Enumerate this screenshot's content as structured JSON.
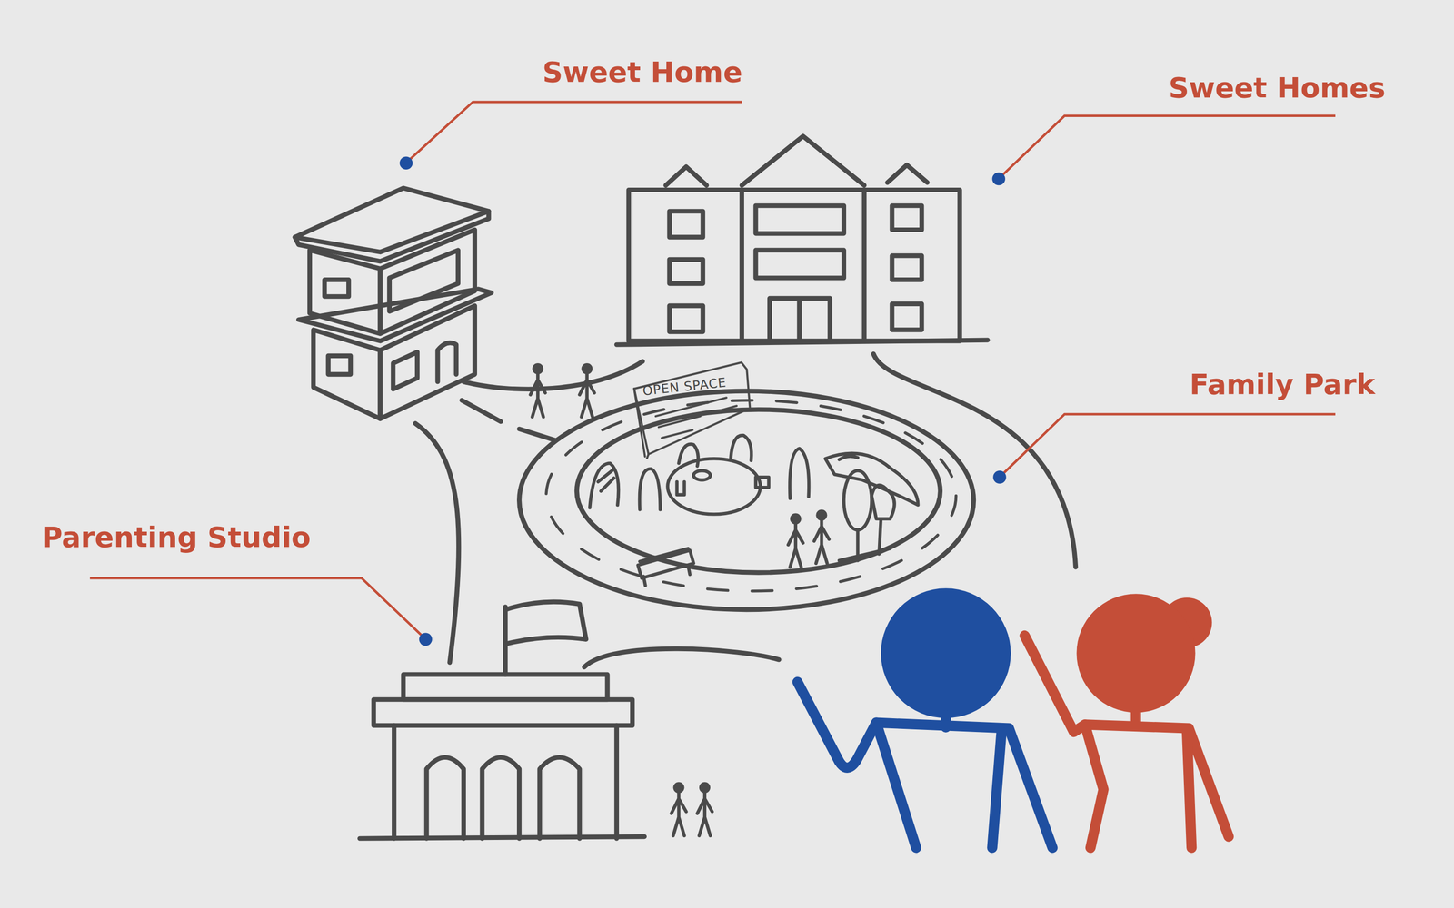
{
  "diagram": {
    "nodes": [
      {
        "text": [
          "OPEN SPACE"
        ]
      }
    ],
    "labels": [
      "Sweet Home",
      "Sweet Homes",
      "Family Park",
      "Parenting Studio"
    ]
  }
}
